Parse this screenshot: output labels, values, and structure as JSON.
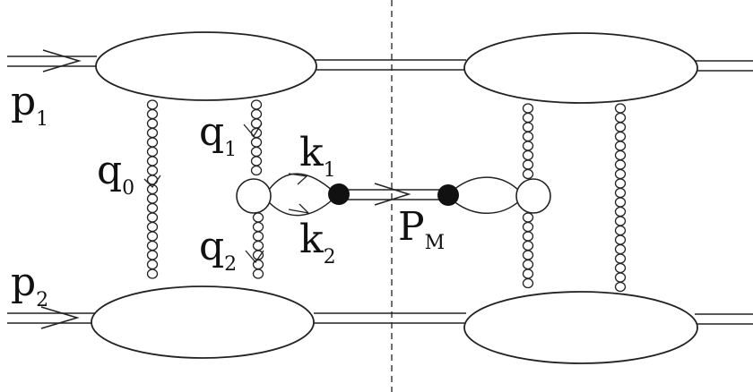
{
  "labels": {
    "p1": {
      "main": "p",
      "sub": "1"
    },
    "p2": {
      "main": "p",
      "sub": "2"
    },
    "q0": {
      "main": "q",
      "sub": "0"
    },
    "q1": {
      "main": "q",
      "sub": "1"
    },
    "q2": {
      "main": "q",
      "sub": "2"
    },
    "k1": {
      "main": "k",
      "sub": "1"
    },
    "k2": {
      "main": "k",
      "sub": "2"
    },
    "PM": {
      "main": "P",
      "sub": "M"
    }
  },
  "colors": {
    "ink": "#222222",
    "fill": "#ffffff",
    "blob": "#111111"
  }
}
